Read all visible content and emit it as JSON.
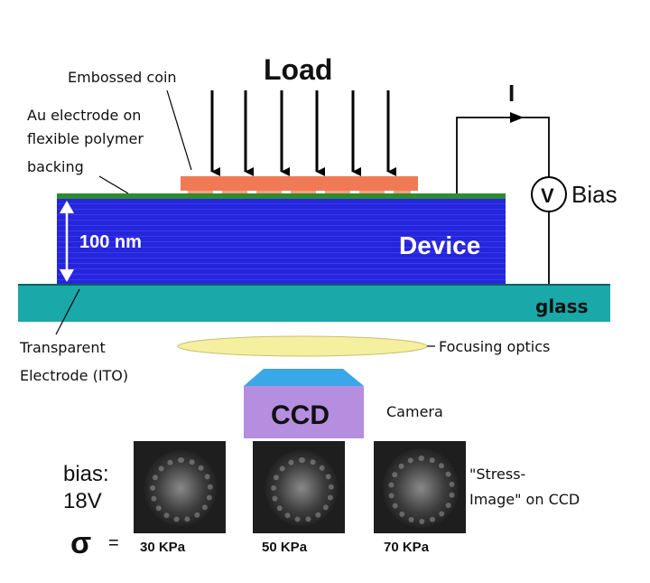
{
  "labels": {
    "load": "Load",
    "current": "I",
    "voltmeter": "V",
    "bias": "Bias",
    "embossed_coin": "Embossed coin",
    "au_electrode": [
      "Au electrode on",
      "flexible polymer",
      "backing"
    ],
    "thickness": "100 nm",
    "device": "Device",
    "glass": "glass",
    "transparent_electrode": [
      "Transparent",
      "Electrode (ITO)"
    ],
    "focusing_optics": "Focusing optics",
    "ccd": "CCD",
    "camera": "Camera",
    "bias_value": [
      "bias:",
      "18V"
    ],
    "stress_image": [
      "\"Stress-",
      "Image\" on CCD"
    ],
    "sigma": "σ",
    "equals": "=",
    "pressures": [
      "30 KPa",
      "50 KPa",
      "70 KPa"
    ]
  },
  "colors": {
    "device": "#2323d9",
    "glass": "#1aa8a8",
    "coin": "#f07a55",
    "electrode": "#2e8b2e",
    "lens": "#f4f0a0",
    "ccd": "#b58ee0",
    "ccd_top": "#3aa7e8",
    "stress_bg": "#1e1e1e"
  }
}
